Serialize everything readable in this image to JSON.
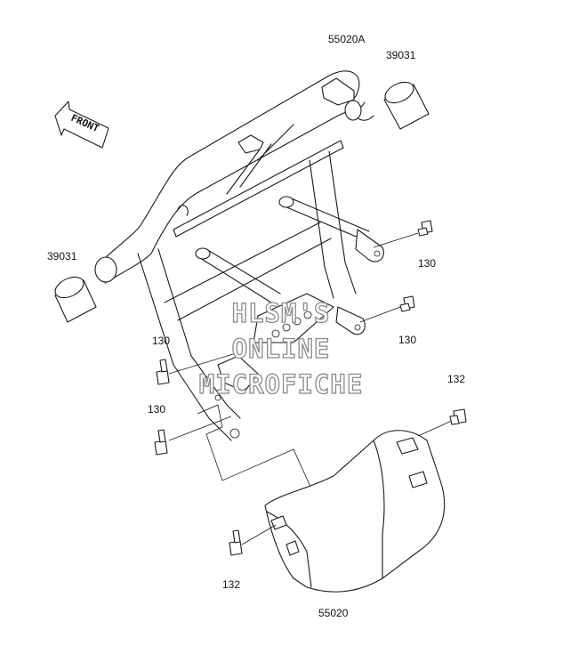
{
  "diagram": {
    "front_arrow_text": "FRONT",
    "watermark": [
      "HLSM'S",
      "ONLINE",
      "MICROFICHE"
    ],
    "labels": {
      "frame_part": "55020A",
      "bushing_top": "39031",
      "bushing_left": "39031",
      "bolt_right_upper": "130",
      "bolt_right_mid": "130",
      "bolt_left_upper": "130",
      "bolt_left_lower": "130",
      "bolt_cover_right": "132",
      "bolt_cover_left": "132",
      "cover_part": "55020"
    }
  }
}
